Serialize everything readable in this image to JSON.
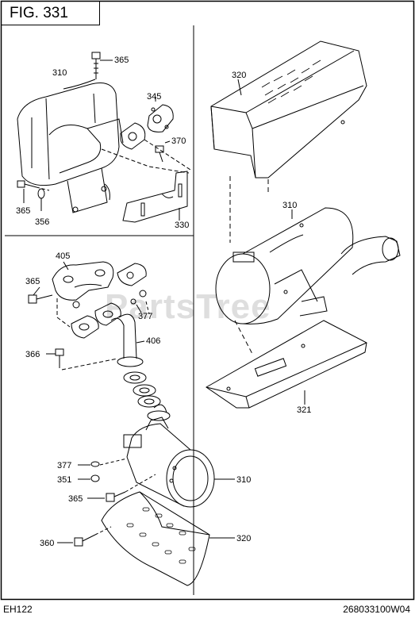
{
  "figure": {
    "title": "FIG. 331"
  },
  "footer": {
    "model": "EH122",
    "drawing_number": "268033100W04"
  },
  "watermark": "PartsTree",
  "callouts": {
    "c365_top": "365",
    "c310_top": "310",
    "c345": "345",
    "c370": "370",
    "c365_left": "365",
    "c356": "356",
    "c330": "330",
    "c320_right": "320",
    "c310_right": "310",
    "c321": "321",
    "c405": "405",
    "c365_mid": "365",
    "c377_mid": "377",
    "c406": "406",
    "c366": "366",
    "c377_low": "377",
    "c351": "351",
    "c310_low": "310",
    "c365_low": "365",
    "c360": "360",
    "c320_low": "320"
  }
}
